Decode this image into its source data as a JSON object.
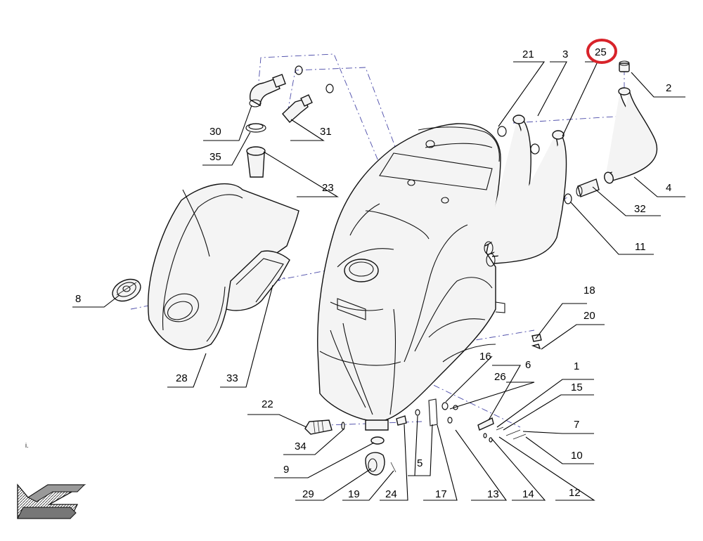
{
  "labels": {
    "p1": "1",
    "p2": "2",
    "p3": "3",
    "p4": "4",
    "p5": "5",
    "p6": "6",
    "p7": "7",
    "p8": "8",
    "p9": "9",
    "p10": "10",
    "p11": "11",
    "p12": "12",
    "p13": "13",
    "p14": "14",
    "p15": "15",
    "p16": "16",
    "p17": "17",
    "p18": "18",
    "p19": "19",
    "p20": "20",
    "p21": "21",
    "p22": "22",
    "p23": "23",
    "p24": "24",
    "p25": "25",
    "p26": "26",
    "p28": "28",
    "p29": "29",
    "p30": "30",
    "p31": "31",
    "p32": "32",
    "p33": "33",
    "p34": "34",
    "p35": "35"
  },
  "highlight": {
    "part": "25",
    "color": "#d8232a"
  },
  "stray_mark": "i."
}
